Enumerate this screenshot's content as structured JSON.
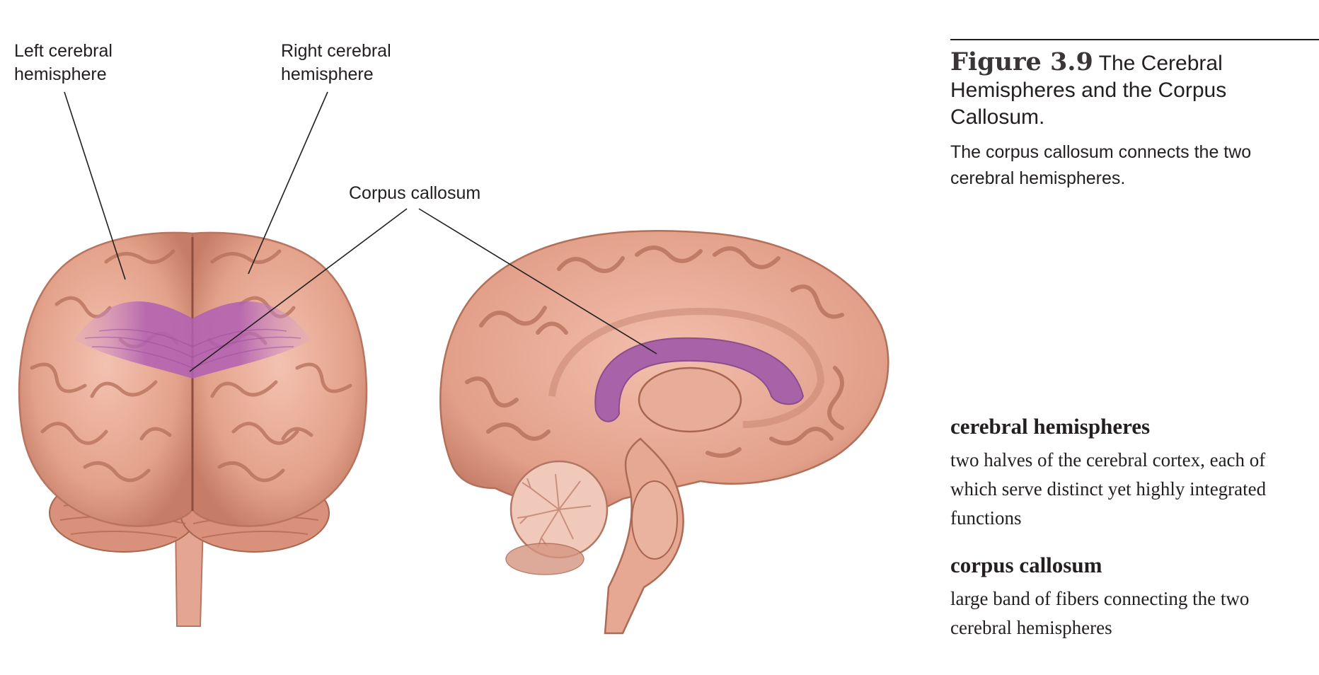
{
  "labels": {
    "left_hemisphere": "Left cerebral hemisphere",
    "right_hemisphere": "Right cerebral hemisphere",
    "corpus_callosum": "Corpus callosum"
  },
  "caption": {
    "figure_number": "Figure 3.9",
    "figure_title": "The Cerebral Hemispheres and the Corpus Callosum.",
    "description": "The corpus callosum connects the two cerebral hemispheres."
  },
  "glossary": [
    {
      "term": "cerebral hemispheres",
      "definition": "two halves of the cerebral cortex, each of which serve distinct yet highly integrated functions"
    },
    {
      "term": "corpus callosum",
      "definition": "large band of fibers connecting the two cerebral hemispheres"
    }
  ],
  "colors": {
    "brain_tissue": "#e9a893",
    "brain_shadow": "#b9715d",
    "corpus_callosum": "#a760a6",
    "text": "#231f20"
  }
}
